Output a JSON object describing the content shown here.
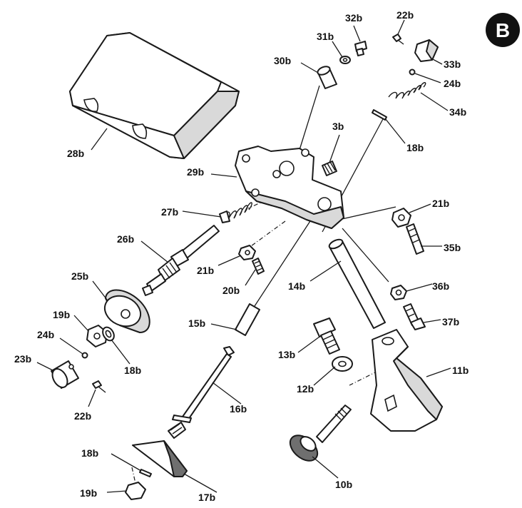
{
  "badge": "B",
  "labels": {
    "p3b": "3b",
    "p10b": "10b",
    "p11b": "11b",
    "p12b": "12b",
    "p13b": "13b",
    "p14b": "14b",
    "p15b": "15b",
    "p16b": "16b",
    "p17b": "17b",
    "p18b_a": "18b",
    "p18b_b": "18b",
    "p18b_c": "18b",
    "p19b_a": "19b",
    "p19b_b": "19b",
    "p20b": "20b",
    "p21b_a": "21b",
    "p21b_b": "21b",
    "p22b_a": "22b",
    "p22b_b": "22b",
    "p23b": "23b",
    "p24b_a": "24b",
    "p24b_b": "24b",
    "p25b": "25b",
    "p26b": "26b",
    "p27b": "27b",
    "p28b": "28b",
    "p29b": "29b",
    "p30b": "30b",
    "p31b": "31b",
    "p32b": "32b",
    "p33b": "33b",
    "p34b": "34b",
    "p35b": "35b",
    "p36b": "36b",
    "p37b": "37b"
  }
}
